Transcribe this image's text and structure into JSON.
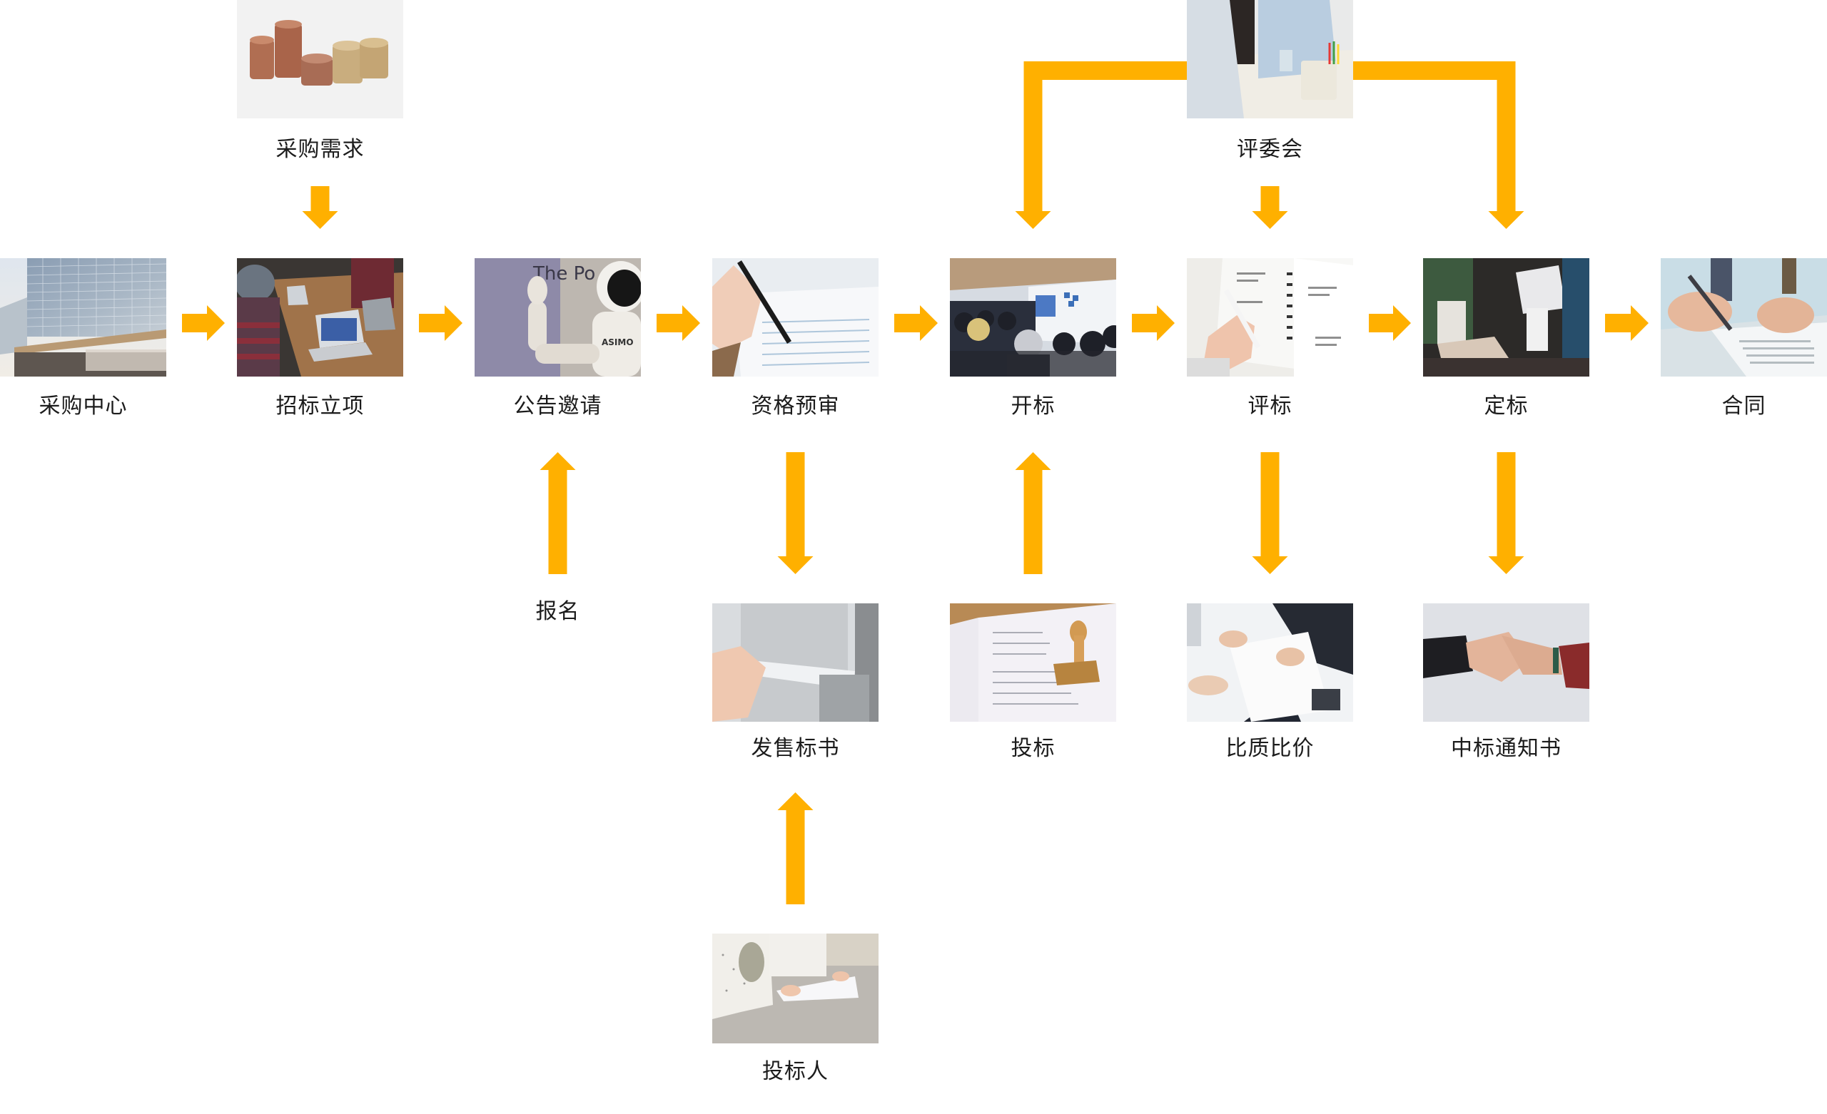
{
  "diagram": {
    "title": "",
    "accent_color": "#FFB000",
    "nodes": [
      {
        "id": "caigou-zhongxin",
        "label": "采购中心",
        "picture": "glass-office-building",
        "col": 0,
        "row": "main"
      },
      {
        "id": "zhaobiao-lixiang",
        "label": "招标立项",
        "picture": "team-meeting-laptops",
        "col": 1,
        "row": "main"
      },
      {
        "id": "gonggao-yaoqing",
        "label": "公告邀请",
        "picture": "robot-presentation",
        "col": 2,
        "row": "main"
      },
      {
        "id": "zige-yushen",
        "label": "资格预审",
        "picture": "hand-writing-form",
        "col": 3,
        "row": "main"
      },
      {
        "id": "kaibiao",
        "label": "开标",
        "picture": "audience-at-presentation",
        "col": 4,
        "row": "main"
      },
      {
        "id": "pingbiao",
        "label": "评标",
        "picture": "notebook-with-pen",
        "col": 5,
        "row": "main"
      },
      {
        "id": "dingbiao",
        "label": "定标",
        "picture": "payment-terminal",
        "col": 6,
        "row": "main"
      },
      {
        "id": "hetong",
        "label": "合同",
        "picture": "signing-contract",
        "col": 7,
        "row": "main"
      },
      {
        "id": "caigou-xuqiu",
        "label": "采购需求",
        "picture": "coin-stacks",
        "col": 1,
        "row": "top"
      },
      {
        "id": "pingweihui",
        "label": "评委会",
        "picture": "committee-meeting",
        "col": 5,
        "row": "top"
      },
      {
        "id": "baoming",
        "label": "报名",
        "picture": null,
        "col": 2,
        "row": "below"
      },
      {
        "id": "fashou-biaoshu",
        "label": "发售标书",
        "picture": "mailbox-envelope",
        "col": 3,
        "row": "below"
      },
      {
        "id": "toubiao",
        "label": "投标",
        "picture": "document-with-stamp",
        "col": 4,
        "row": "below"
      },
      {
        "id": "bizhi-bijia",
        "label": "比质比价",
        "picture": "business-negotiation",
        "col": 5,
        "row": "below"
      },
      {
        "id": "zhongbiao-tongzhishu",
        "label": "中标通知书",
        "picture": "handshake",
        "col": 6,
        "row": "below"
      },
      {
        "id": "toubiaoren",
        "label": "投标人",
        "picture": "two-women-reviewing-papers",
        "col": 3,
        "row": "bottom"
      }
    ],
    "edges": [
      {
        "from": "caigou-zhongxin",
        "to": "zhaobiao-lixiang",
        "direction": "right"
      },
      {
        "from": "zhaobiao-lixiang",
        "to": "gonggao-yaoqing",
        "direction": "right"
      },
      {
        "from": "gonggao-yaoqing",
        "to": "zige-yushen",
        "direction": "right"
      },
      {
        "from": "zige-yushen",
        "to": "kaibiao",
        "direction": "right"
      },
      {
        "from": "kaibiao",
        "to": "pingbiao",
        "direction": "right"
      },
      {
        "from": "pingbiao",
        "to": "dingbiao",
        "direction": "right"
      },
      {
        "from": "dingbiao",
        "to": "hetong",
        "direction": "right"
      },
      {
        "from": "caigou-xuqiu",
        "to": "zhaobiao-lixiang",
        "direction": "down"
      },
      {
        "from": "pingweihui",
        "to": "pingbiao",
        "direction": "down"
      },
      {
        "from": "pingweihui",
        "to": "kaibiao",
        "direction": "bracket-down"
      },
      {
        "from": "pingweihui",
        "to": "dingbiao",
        "direction": "bracket-down"
      },
      {
        "from": "baoming",
        "to": "gonggao-yaoqing",
        "direction": "up"
      },
      {
        "from": "zige-yushen",
        "to": "fashou-biaoshu",
        "direction": "down"
      },
      {
        "from": "toubiao",
        "to": "kaibiao",
        "direction": "up"
      },
      {
        "from": "pingbiao",
        "to": "bizhi-bijia",
        "direction": "down"
      },
      {
        "from": "dingbiao",
        "to": "zhongbiao-tongzhishu",
        "direction": "down"
      },
      {
        "from": "toubiaoren",
        "to": "fashou-biaoshu",
        "direction": "up"
      }
    ]
  }
}
